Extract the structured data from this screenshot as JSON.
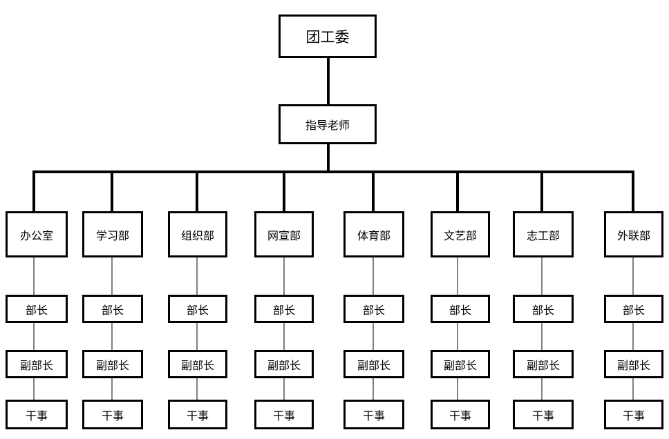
{
  "root": {
    "label": "团工委"
  },
  "advisor": {
    "label": "指导老师"
  },
  "departments": [
    {
      "label": "办公室"
    },
    {
      "label": "学习部"
    },
    {
      "label": "组织部"
    },
    {
      "label": "网宣部"
    },
    {
      "label": "体育部"
    },
    {
      "label": "文艺部"
    },
    {
      "label": "志工部"
    },
    {
      "label": "外联部"
    }
  ],
  "roles": [
    "部长",
    "副部长",
    "干事"
  ]
}
